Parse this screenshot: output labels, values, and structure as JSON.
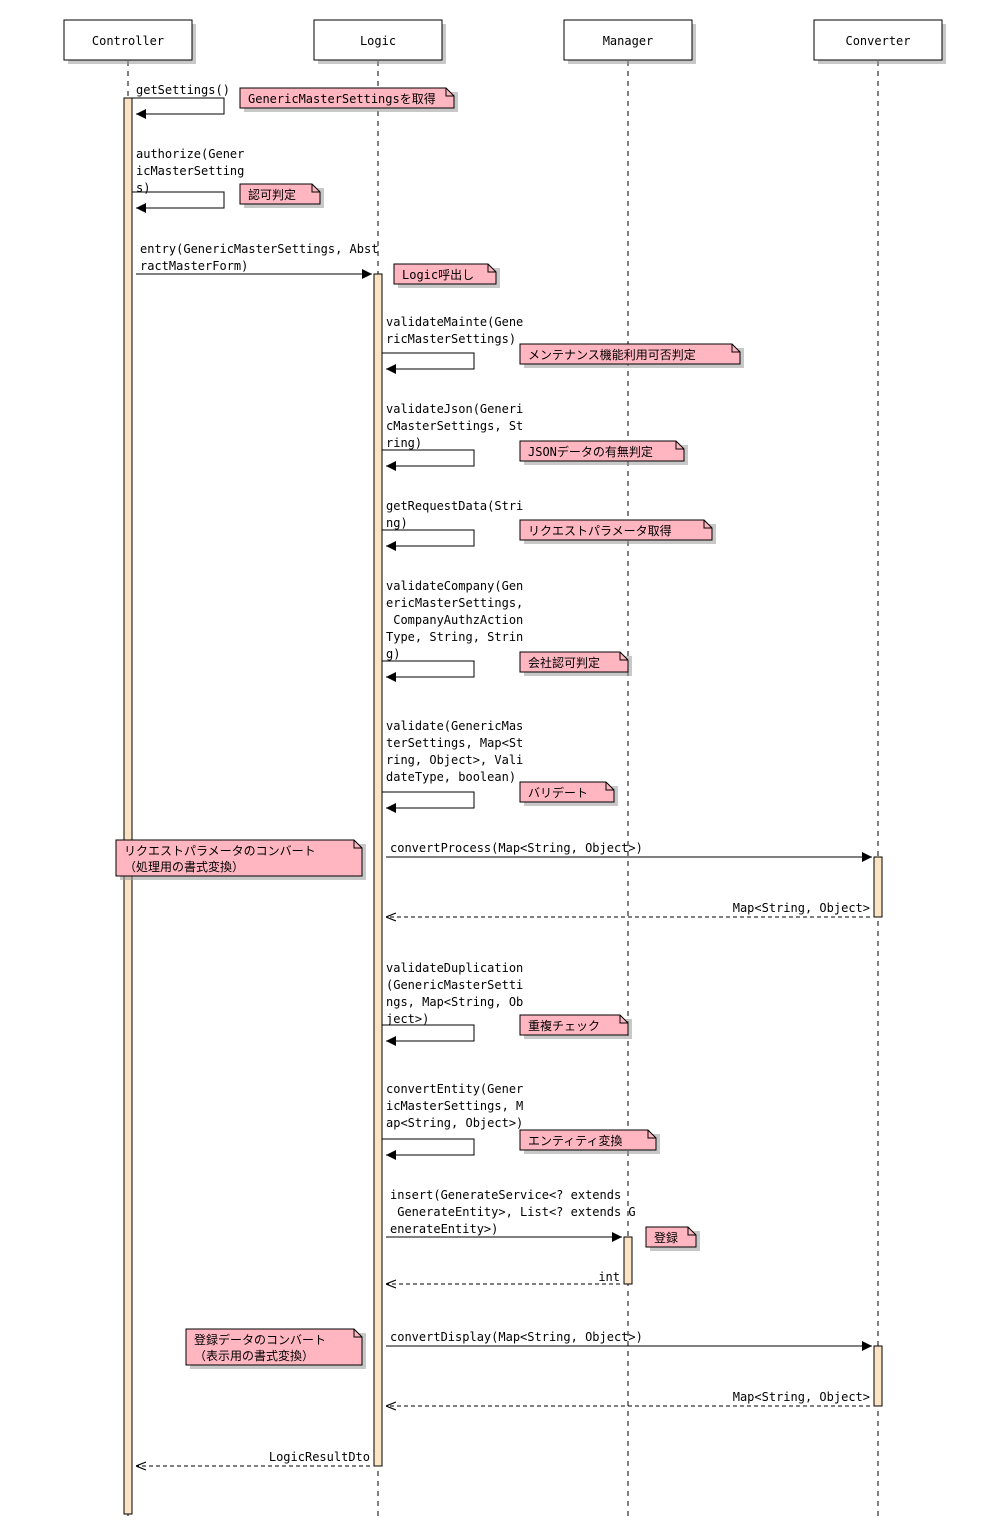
{
  "participants": [
    "Controller",
    "Logic",
    "Manager",
    "Converter"
  ],
  "messages": [
    {
      "label": "getSettings()"
    },
    {
      "label": "authorize(Gener|icMasterSetting|s)"
    },
    {
      "label": "entry(GenericMasterSettings, Abst|ractMasterForm)"
    },
    {
      "label": "validateMainte(Gene|ricMasterSettings)"
    },
    {
      "label": "validateJson(Generi|cMasterSettings, St|ring)"
    },
    {
      "label": "getRequestData(Stri|ng)"
    },
    {
      "label": "validateCompany(Gen|ericMasterSettings,| CompanyAuthzAction|Type, String, Strin|g)"
    },
    {
      "label": "validate(GenericMas|terSettings, Map<St|ring, Object>, Vali|dateType, boolean)"
    },
    {
      "label": "convertProcess(Map<String, Object>)"
    },
    {
      "label": "Map<String, Object>"
    },
    {
      "label": "validateDuplication|(GenericMasterSetti|ngs, Map<String, Ob|ject>)"
    },
    {
      "label": "convertEntity(Gener|icMasterSettings, M|ap<String, Object>)"
    },
    {
      "label": "insert(GenerateService<? extends| GenerateEntity>, List<? extends G|enerateEntity>)"
    },
    {
      "label": "int"
    },
    {
      "label": "convertDisplay(Map<String, Object>)"
    },
    {
      "label": "Map<String, Object>"
    },
    {
      "label": "LogicResultDto"
    }
  ],
  "notes": [
    {
      "text": "GenericMasterSettingsを取得"
    },
    {
      "text": "認可判定"
    },
    {
      "text": "Logic呼出し"
    },
    {
      "text": "メンテナンス機能利用可否判定"
    },
    {
      "text": "JSONデータの有無判定"
    },
    {
      "text": "リクエストパラメータ取得"
    },
    {
      "text": "会社認可判定"
    },
    {
      "text": "バリデート"
    },
    {
      "text": "リクエストパラメータのコンバート|（処理用の書式変換）"
    },
    {
      "text": "重複チェック"
    },
    {
      "text": "エンティティ変換"
    },
    {
      "text": "登録"
    },
    {
      "text": "登録データのコンバート|（表示用の書式変換）"
    }
  ],
  "colors": {
    "note_fill": "#ffb6c1",
    "activation_fill": "#fce3c3",
    "participant_fill": "#ffffff"
  }
}
